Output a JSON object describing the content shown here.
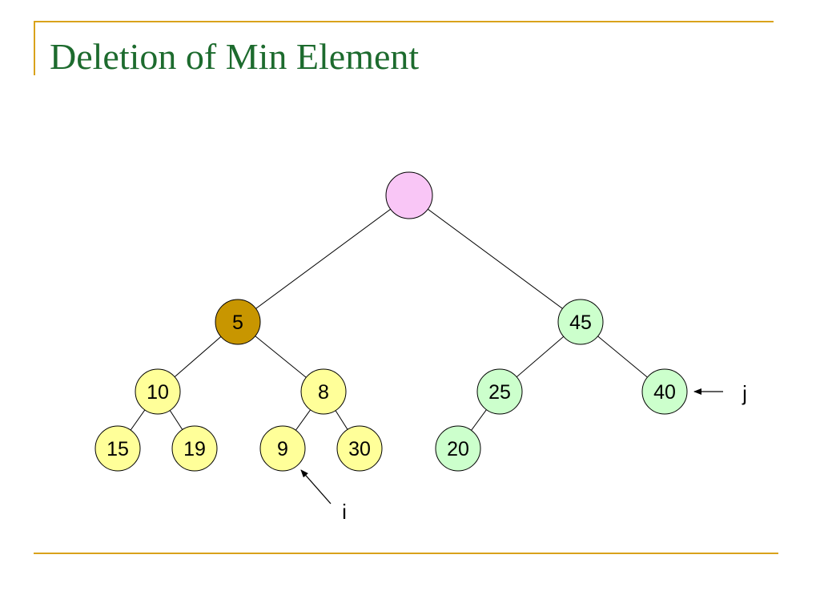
{
  "slide": {
    "title": "Deletion of Min Element"
  },
  "colors": {
    "frame": "#d9a21b",
    "title": "#1d6b2e",
    "root_fill": "#f9c6f6",
    "highlight_fill": "#c89600",
    "left_subtree_fill": "#ffff99",
    "right_subtree_fill": "#ccffcc",
    "edge": "#000000"
  },
  "tree": {
    "nodes": [
      {
        "id": "root",
        "label": "",
        "style": "root"
      },
      {
        "id": "n5",
        "label": "5",
        "style": "highlight"
      },
      {
        "id": "n45",
        "label": "45",
        "style": "right"
      },
      {
        "id": "n10",
        "label": "10",
        "style": "left"
      },
      {
        "id": "n8",
        "label": "8",
        "style": "left"
      },
      {
        "id": "n25",
        "label": "25",
        "style": "right"
      },
      {
        "id": "n40",
        "label": "40",
        "style": "right"
      },
      {
        "id": "n15",
        "label": "15",
        "style": "left"
      },
      {
        "id": "n19",
        "label": "19",
        "style": "left"
      },
      {
        "id": "n9",
        "label": "9",
        "style": "left"
      },
      {
        "id": "n30",
        "label": "30",
        "style": "left"
      },
      {
        "id": "n20",
        "label": "20",
        "style": "right"
      }
    ],
    "edges": [
      [
        "root",
        "n5"
      ],
      [
        "root",
        "n45"
      ],
      [
        "n5",
        "n10"
      ],
      [
        "n5",
        "n8"
      ],
      [
        "n45",
        "n25"
      ],
      [
        "n45",
        "n40"
      ],
      [
        "n10",
        "n15"
      ],
      [
        "n10",
        "n19"
      ],
      [
        "n8",
        "n9"
      ],
      [
        "n8",
        "n30"
      ],
      [
        "n25",
        "n20"
      ]
    ]
  },
  "pointers": {
    "i": {
      "label": "i",
      "target": "n9"
    },
    "j": {
      "label": "j",
      "target": "n40"
    }
  }
}
